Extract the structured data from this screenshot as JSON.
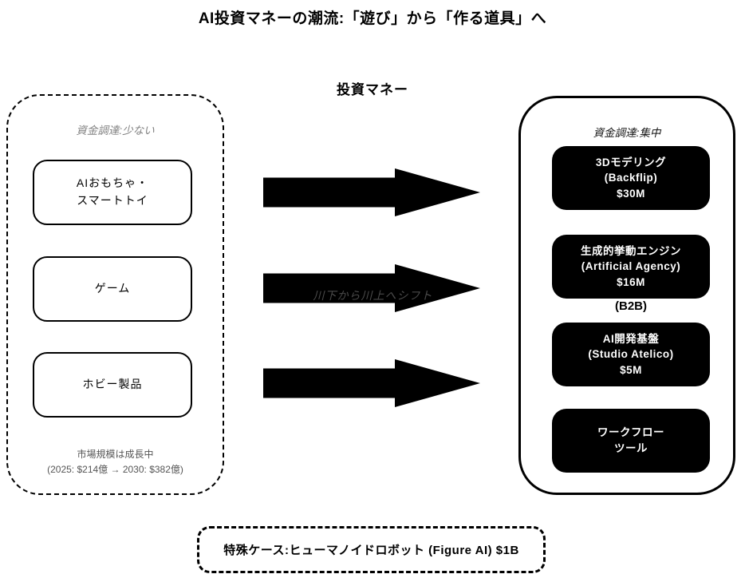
{
  "title": "AI投資マネーの潮流:「遊び」から「作る道具」へ",
  "flow_label": "投資マネー",
  "left_panel": {
    "annotation": "資金調達:少ない",
    "items": [
      {
        "line1": "AIおもちゃ・",
        "line2": "スマートトイ"
      },
      {
        "line1": "ゲーム",
        "line2": ""
      },
      {
        "line1": "ホビー製品",
        "line2": ""
      }
    ],
    "footer_line1": "市場規模は成長中",
    "footer_line2": "(2025: $214億 → 2030: $382億)"
  },
  "arrows": {
    "shift_label": "川下から川上へシフト"
  },
  "right_panel": {
    "annotation": "資金調達:集中",
    "items": [
      {
        "line1": "3Dモデリング",
        "line2": "(Backflip)",
        "line3": "$30M"
      },
      {
        "line1": "生成的挙動エンジン",
        "line2": "(Artificial Agency)",
        "line3": "$16M"
      },
      {
        "line1": "AI開発基盤",
        "line2": "(Studio Atelico)",
        "line3": "$5M"
      },
      {
        "line1": "ワークフロー",
        "line2": "ツール",
        "line3": ""
      }
    ],
    "b2b_note": "(B2B)"
  },
  "special_case": {
    "label": "特殊ケース:ヒューマノイドロボット (Figure AI) $1B"
  },
  "colors": {
    "ink": "#000000",
    "box_fill": "#000000",
    "box_text": "#ffffff",
    "annotation_gray": "#808080",
    "muted_gray": "#555555",
    "background": "#ffffff"
  }
}
